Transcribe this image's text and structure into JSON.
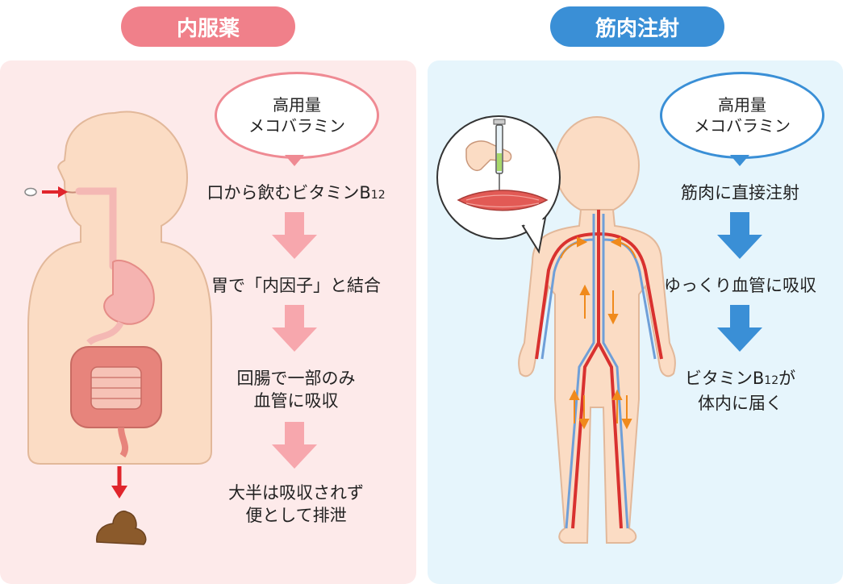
{
  "left": {
    "title": "内服薬",
    "bubble": [
      "高用量",
      "メコバラミン"
    ],
    "steps": {
      "s1": "口から飲むビタミンB",
      "s1_sub": "12",
      "s2": "胃で「内因子」と結合",
      "s3a": "回腸で一部のみ",
      "s3b": "血管に吸収",
      "s4a": "大半は吸収されず",
      "s4b": "便として排泄"
    }
  },
  "right": {
    "title": "筋肉注射",
    "bubble": [
      "高用量",
      "メコバラミン"
    ],
    "steps": {
      "s1": "筋肉に直接注射",
      "s2": "ゆっくり血管に吸収",
      "s3a": "ビタミンB",
      "s3a_sub": "12",
      "s3a_end": "が",
      "s3b": "体内に届く"
    }
  },
  "colors": {
    "left_accent": "#f0808a",
    "left_arrow": "#f7a7ad",
    "right_accent": "#3a8fd6",
    "right_arrow": "#3a8fd6",
    "skin": "#fbdcc4",
    "intestine": "#e7847c",
    "artery": "#d9312f",
    "vein": "#6f9fd8",
    "flow_arrow": "#f08a1c"
  }
}
